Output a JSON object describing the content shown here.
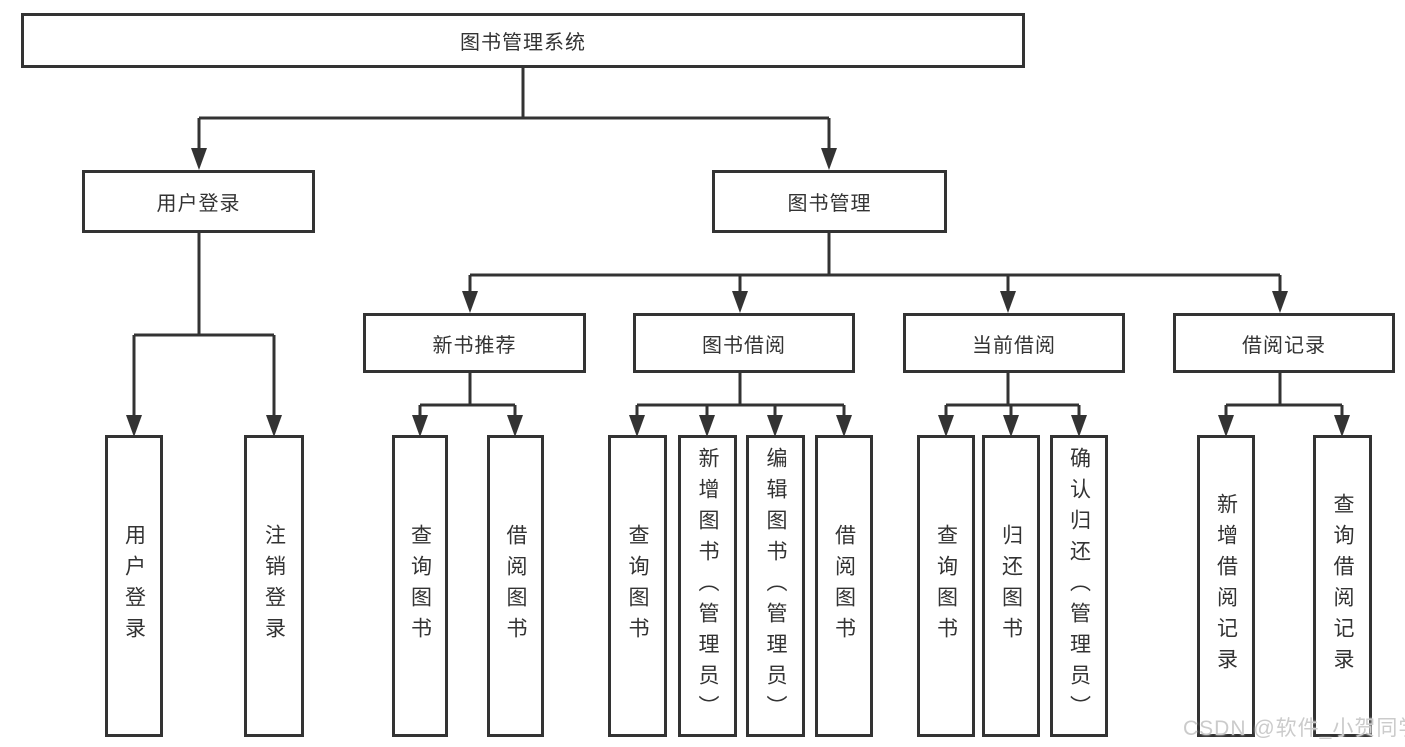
{
  "tree": {
    "root": {
      "label": "图书管理系统"
    },
    "branches": [
      {
        "label": "用户登录",
        "children": [
          {
            "label": "用户登录"
          },
          {
            "label": "注销登录"
          }
        ]
      },
      {
        "label": "图书管理",
        "groups": [
          {
            "label": "新书推荐",
            "children": [
              {
                "label": "查询图书"
              },
              {
                "label": "借阅图书"
              }
            ]
          },
          {
            "label": "图书借阅",
            "children": [
              {
                "label": "查询图书"
              },
              {
                "label": "新增图书（管理员）"
              },
              {
                "label": "编辑图书（管理员）"
              },
              {
                "label": "借阅图书"
              }
            ]
          },
          {
            "label": "当前借阅",
            "children": [
              {
                "label": "查询图书"
              },
              {
                "label": "归还图书"
              },
              {
                "label": "确认归还（管理员）"
              }
            ]
          },
          {
            "label": "借阅记录",
            "children": [
              {
                "label": "新增借阅记录"
              },
              {
                "label": "查询借阅记录"
              }
            ]
          }
        ]
      }
    ]
  },
  "watermark": {
    "text": "CSDN @软件_小贺同学"
  },
  "colors": {
    "line": "#333333",
    "box_border": "#333333",
    "text": "#333333",
    "background": "#ffffff",
    "watermark": "#cbcbcb"
  }
}
